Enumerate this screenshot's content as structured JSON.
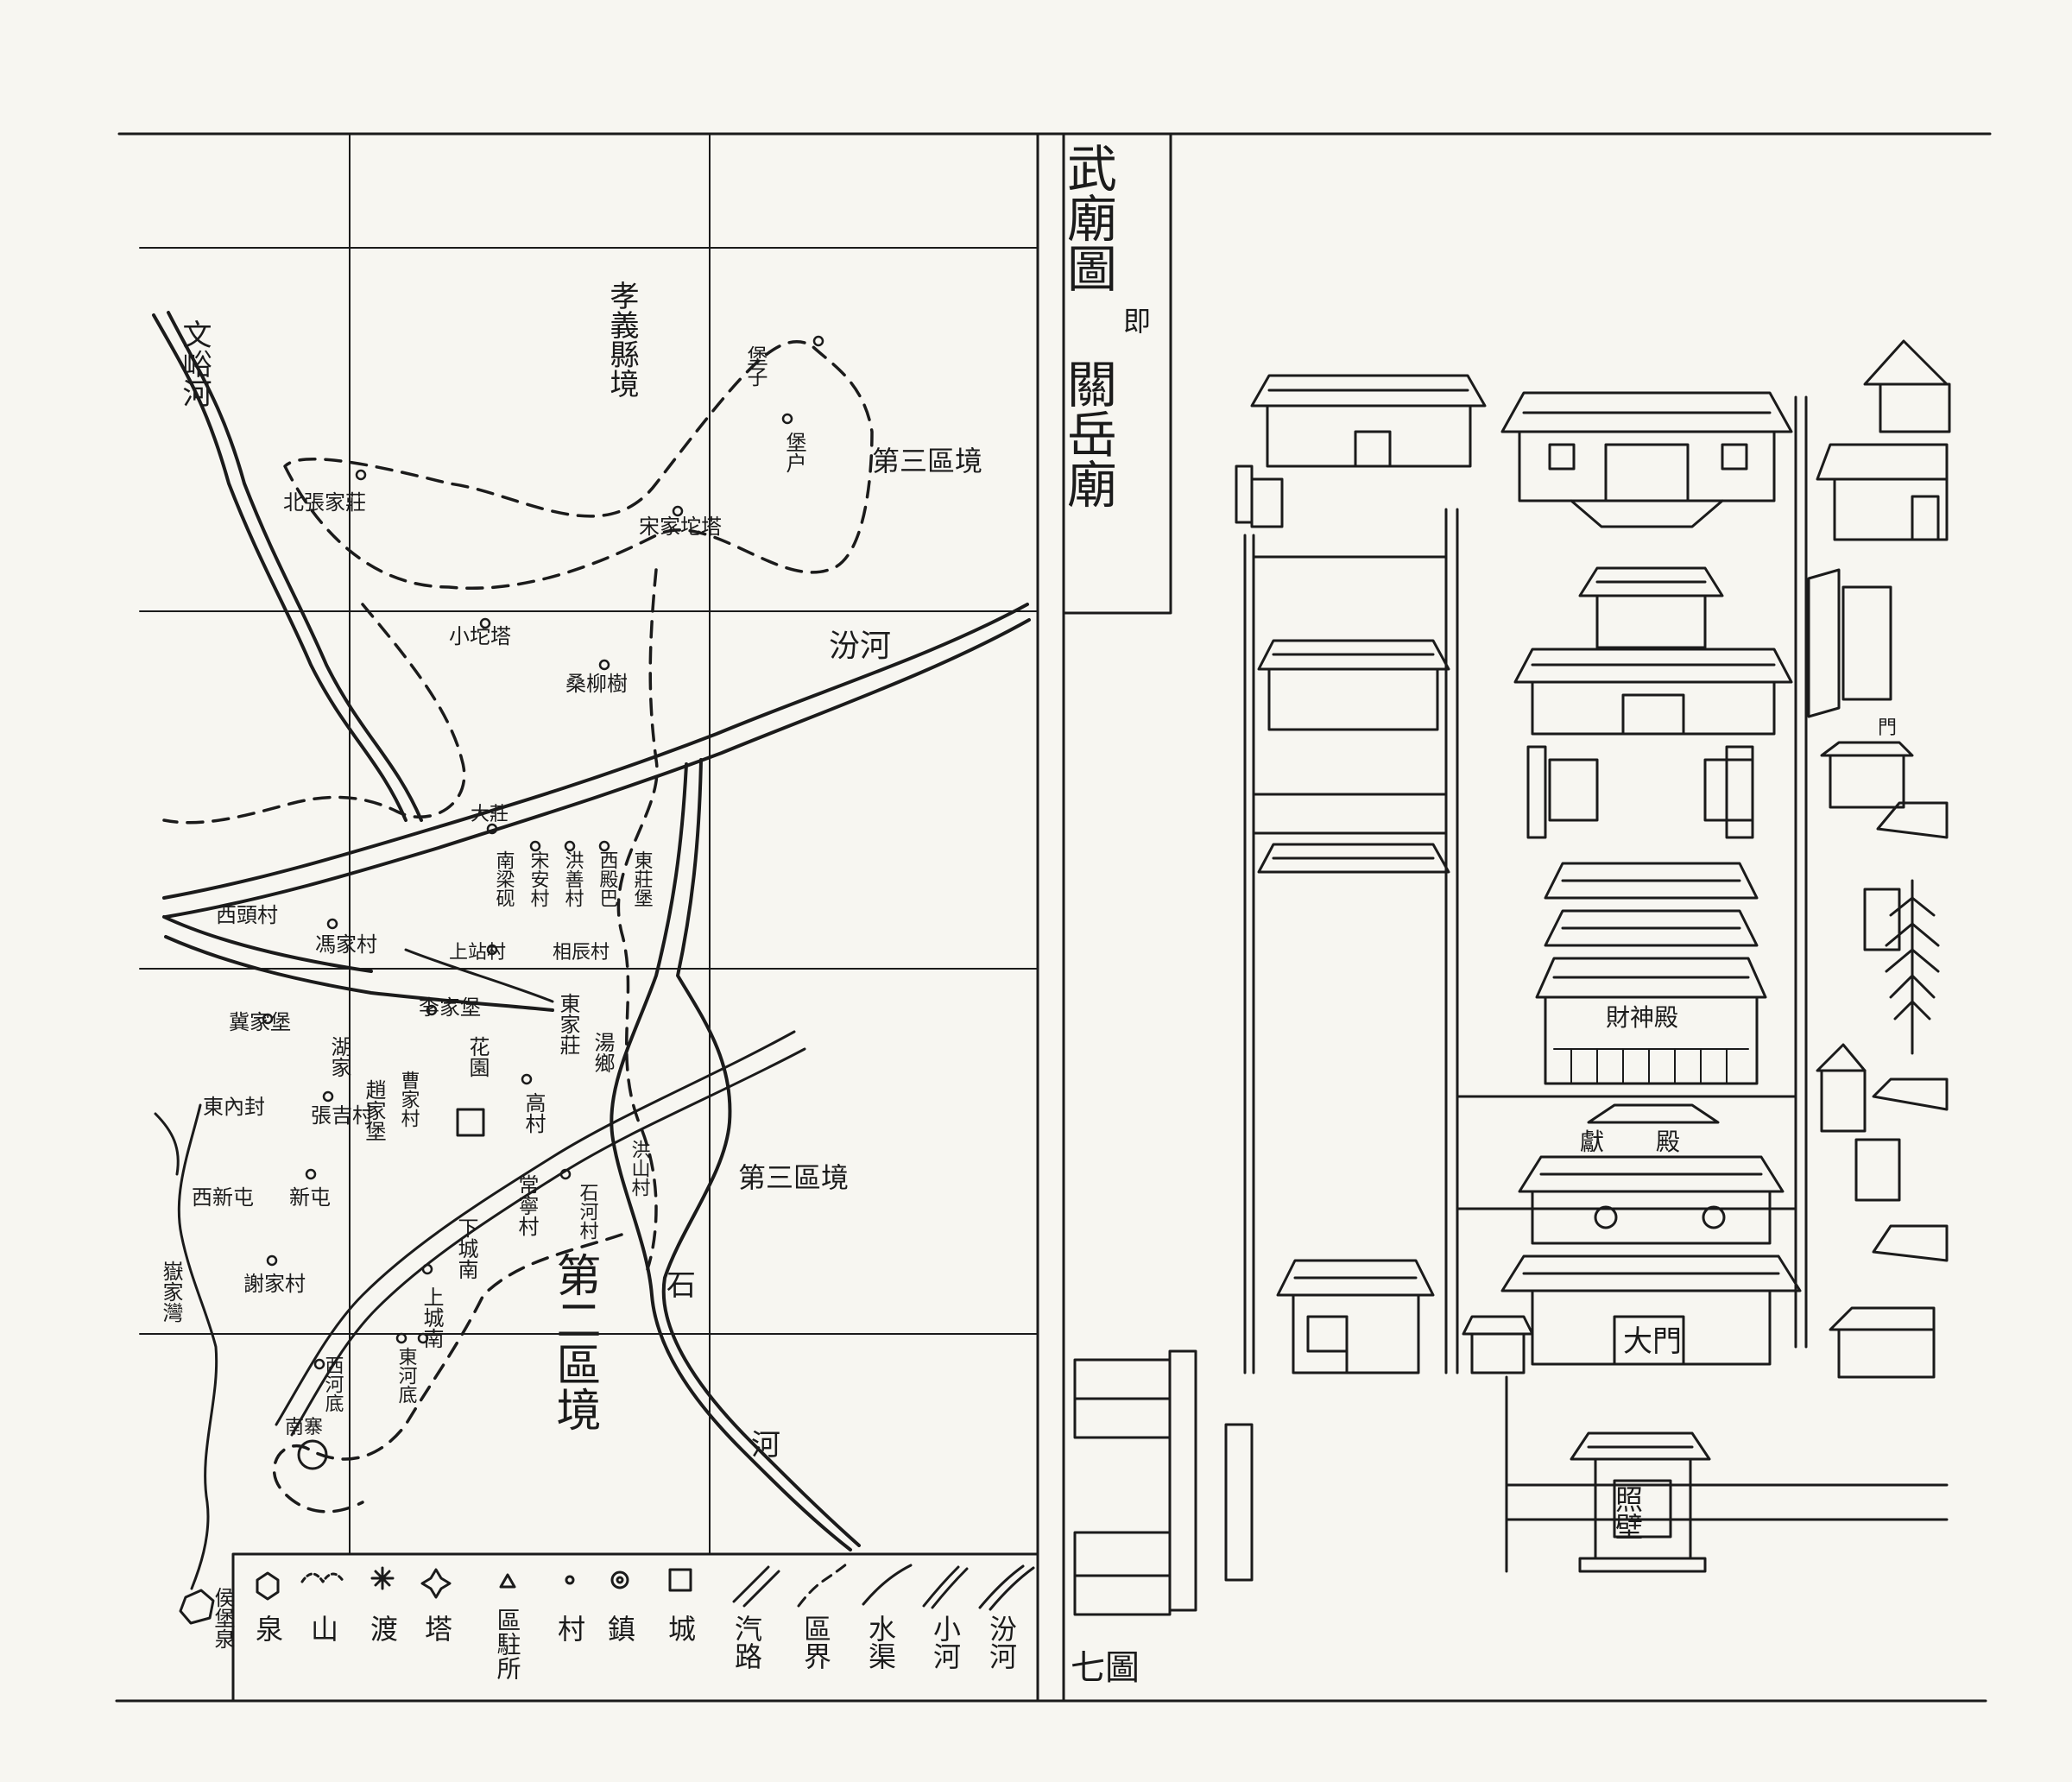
{
  "left_map": {
    "regions": [
      {
        "id": "xiaoyi",
        "text": "孝義縣境"
      },
      {
        "id": "third_top",
        "text": "第三區境"
      },
      {
        "id": "third_mid",
        "text": "第三區境"
      },
      {
        "id": "second",
        "text": "第二區境"
      }
    ],
    "rivers": [
      {
        "id": "wenyu",
        "text": "文峪河"
      },
      {
        "id": "fen",
        "text": "汾河"
      },
      {
        "id": "river_s",
        "text": "河"
      },
      {
        "id": "shi",
        "text": "石"
      }
    ],
    "places": [
      {
        "id": "p01",
        "text": "堡子"
      },
      {
        "id": "p02",
        "text": "堡户"
      },
      {
        "id": "p03",
        "text": "北張家莊"
      },
      {
        "id": "p04",
        "text": "宋家坨塔"
      },
      {
        "id": "p05",
        "text": "小坨塔"
      },
      {
        "id": "p06",
        "text": "桑柳樹"
      },
      {
        "id": "p07",
        "text": "大莊"
      },
      {
        "id": "p08",
        "text": "西頭村"
      },
      {
        "id": "p09",
        "text": "馮家村"
      },
      {
        "id": "p10",
        "text": "南梁砚"
      },
      {
        "id": "p11",
        "text": "宋安村"
      },
      {
        "id": "p12",
        "text": "洪善村"
      },
      {
        "id": "p13",
        "text": "西殿巴"
      },
      {
        "id": "p14",
        "text": "東莊堡"
      },
      {
        "id": "p15",
        "text": "上站村"
      },
      {
        "id": "p16",
        "text": "相辰村"
      },
      {
        "id": "p17",
        "text": "李家堡"
      },
      {
        "id": "p18",
        "text": "花園"
      },
      {
        "id": "p19",
        "text": "東家莊"
      },
      {
        "id": "p20",
        "text": "湯鄉"
      },
      {
        "id": "p21",
        "text": "冀家堡"
      },
      {
        "id": "p22",
        "text": "東內封"
      },
      {
        "id": "p23",
        "text": "湖家"
      },
      {
        "id": "p24",
        "text": "趙家堡"
      },
      {
        "id": "p25",
        "text": "曹家村"
      },
      {
        "id": "p26",
        "text": "張吉村"
      },
      {
        "id": "p27",
        "text": "高村"
      },
      {
        "id": "p28",
        "text": "西新屯"
      },
      {
        "id": "p29",
        "text": "新屯"
      },
      {
        "id": "p30",
        "text": "常寧村"
      },
      {
        "id": "p31",
        "text": "石河村"
      },
      {
        "id": "p32",
        "text": "下城南"
      },
      {
        "id": "p33",
        "text": "嶽家灣"
      },
      {
        "id": "p34",
        "text": "謝家村"
      },
      {
        "id": "p35",
        "text": "上城南"
      },
      {
        "id": "p36",
        "text": "西河底"
      },
      {
        "id": "p37",
        "text": "東河底"
      },
      {
        "id": "p38",
        "text": "南寨"
      },
      {
        "id": "p39",
        "text": "侯堡泉"
      },
      {
        "id": "p40",
        "text": "洪山村"
      }
    ],
    "legend": [
      {
        "id": "quan",
        "text": "泉"
      },
      {
        "id": "shan",
        "text": "山"
      },
      {
        "id": "du",
        "text": "渡"
      },
      {
        "id": "ta",
        "text": "塔"
      },
      {
        "id": "qu",
        "text": "區駐所"
      },
      {
        "id": "cun",
        "text": "村"
      },
      {
        "id": "zhen",
        "text": "鎮"
      },
      {
        "id": "cheng",
        "text": "城"
      },
      {
        "id": "qilu",
        "text": "汽路"
      },
      {
        "id": "qujie",
        "text": "區界"
      },
      {
        "id": "shuiqu",
        "text": "水渠"
      },
      {
        "id": "xiaohe",
        "text": "小河"
      },
      {
        "id": "fenhe",
        "text": "汾河"
      }
    ]
  },
  "right_panel": {
    "title_main": "武廟圖",
    "title_note": "即",
    "title_sub": "關岳廟",
    "building_labels": [
      {
        "id": "caishen",
        "text": "財神殿"
      },
      {
        "id": "xiandian",
        "text": "獻殿"
      },
      {
        "id": "damen",
        "text": "大門"
      },
      {
        "id": "zhaobi",
        "text": "照壁"
      },
      {
        "id": "men",
        "text": "門"
      }
    ],
    "figure_number": "七圖"
  }
}
